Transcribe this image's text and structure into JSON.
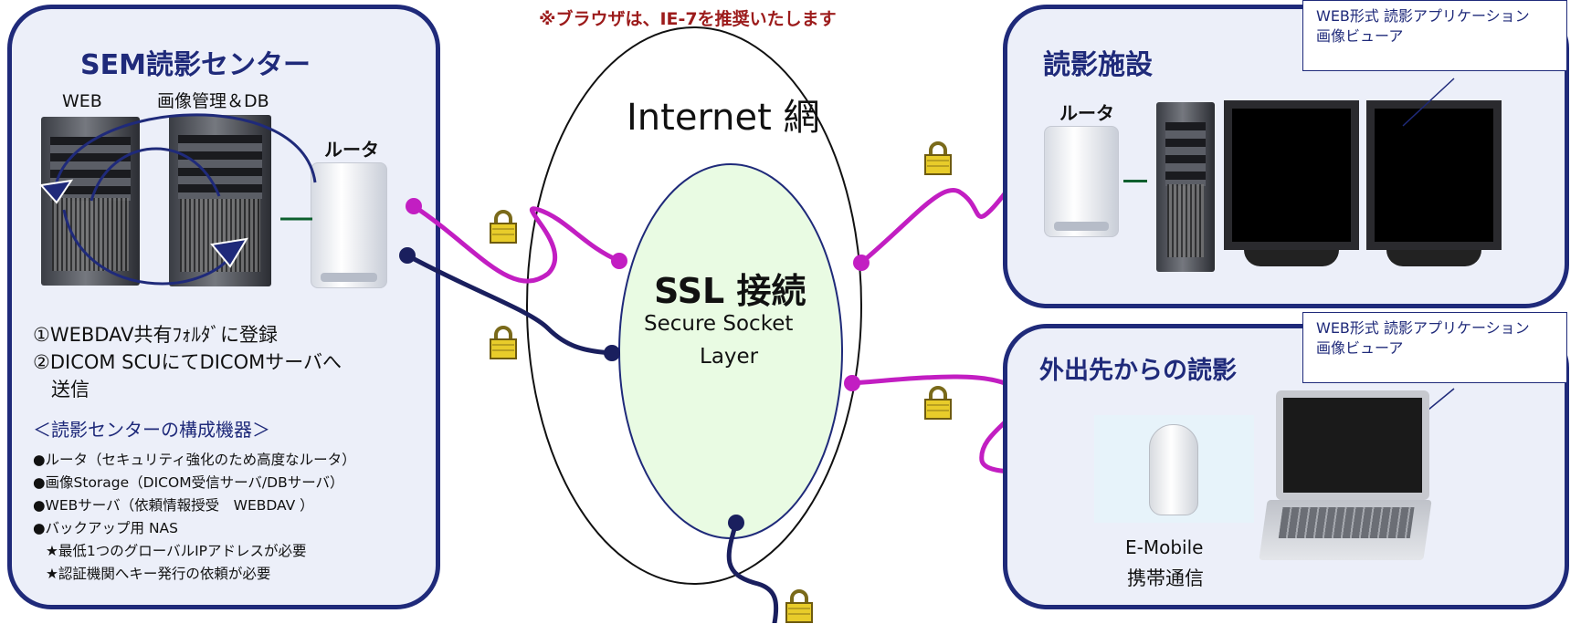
{
  "notice": "※ブラウザは、IE-7を推奨いたします",
  "internet": {
    "label": "Internet 網",
    "ssl_title": "SSL 接続",
    "ssl_sub1": "Secure Socket",
    "ssl_sub2": "Layer"
  },
  "center": {
    "title": "SEM読影センター",
    "web_label": "WEB",
    "db_label": "画像管理＆DB",
    "router_label": "ルータ",
    "step1": "①WEBDAV共有ﾌｫﾙﾀﾞに登録",
    "step2": "②DICOM SCUにてDICOMサーバへ",
    "step2b": "送信",
    "equip_heading": "＜読影センターの構成機器＞",
    "equip": [
      "●ルータ（セキュリティ強化のため高度なルータ）",
      "●画像Storage（DICOM受信サーバ/DBサーバ）",
      "●WEBサーバ（依頼情報授受　WEBDAV ）",
      "●バックアップ用 NAS",
      "★最低1つのグローバルIPアドレスが必要",
      "★認証機関へキー発行の依頼が必要"
    ]
  },
  "facility": {
    "title": "読影施設",
    "router_label": "ルータ",
    "callout1": "WEB形式 読影アプリケーション",
    "callout2": "画像ビューア"
  },
  "remote": {
    "title": "外出先からの読影",
    "callout1": "WEB形式 読影アプリケーション",
    "callout2": "画像ビューア",
    "device1": "E-Mobile",
    "device2": "携帯通信"
  },
  "colors": {
    "accent": "#1f2a7a",
    "notice": "#9c1b1b",
    "link_magenta": "#c21ec2",
    "link_navy": "#1a1f5e",
    "ssl_fill": "#e9fbe3"
  },
  "icons": [
    "lock-icon",
    "server-icon",
    "router-icon",
    "monitor-icon",
    "laptop-icon",
    "modem-icon"
  ]
}
